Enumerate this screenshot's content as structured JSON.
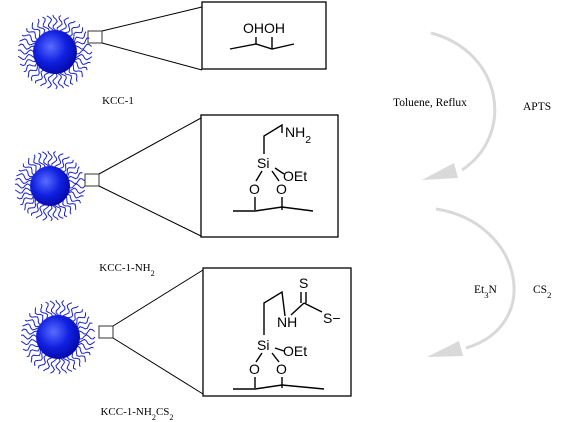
{
  "colors": {
    "sphere_core": "#0a14d8",
    "sphere_highlight": "#5a6cff",
    "fiber": "#1a22c8",
    "arrow": "#d9d9d9",
    "box_line": "#000000"
  },
  "stages": [
    {
      "label": "KCC-1",
      "label_parts": [
        {
          "t": "KCC-1",
          "sub": false
        }
      ],
      "structure": {
        "oh_text": "OHOH"
      }
    },
    {
      "label": "KCC-1-NH2",
      "label_parts": [
        {
          "t": "KCC-1-NH",
          "sub": false
        },
        {
          "t": "2",
          "sub": true
        }
      ],
      "structure": {
        "amine": "NH2",
        "si": "Si",
        "oet": "OEt",
        "o1": "O",
        "o2": "O"
      }
    },
    {
      "label": "KCC-1-NH2CS2",
      "label_parts": [
        {
          "t": "KCC-1-NH",
          "sub": false
        },
        {
          "t": "2",
          "sub": true
        },
        {
          "t": "CS",
          "sub": false
        },
        {
          "t": "2",
          "sub": true
        }
      ],
      "structure": {
        "s_top": "S",
        "s_minus": "S−",
        "nh": "NH",
        "si": "Si",
        "oet": "OEt",
        "o1": "O",
        "o2": "O"
      }
    }
  ],
  "steps": [
    {
      "condition": "Toluene, Reflux",
      "reagent": "APTS"
    },
    {
      "condition": "Et3N",
      "reagent": "CS2"
    }
  ]
}
